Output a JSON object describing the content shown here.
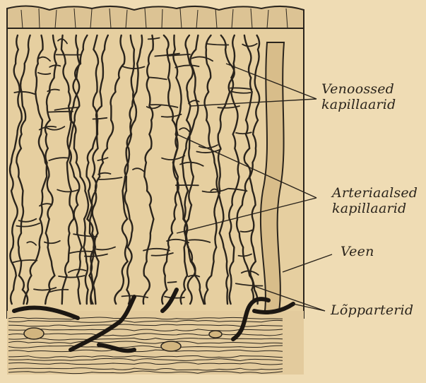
{
  "labels": {
    "venous": {
      "line1": "Venoossed",
      "line2": "kapillaarid"
    },
    "arterial": {
      "line1": "Arteriaalsed",
      "line2": "kapillaarid"
    },
    "vein": "Veen",
    "terminal_arteries": "Lõpparterid"
  },
  "colors": {
    "paper": "#efdcb4",
    "ink": "#2a241c",
    "tissue": "#e6cfa0"
  }
}
